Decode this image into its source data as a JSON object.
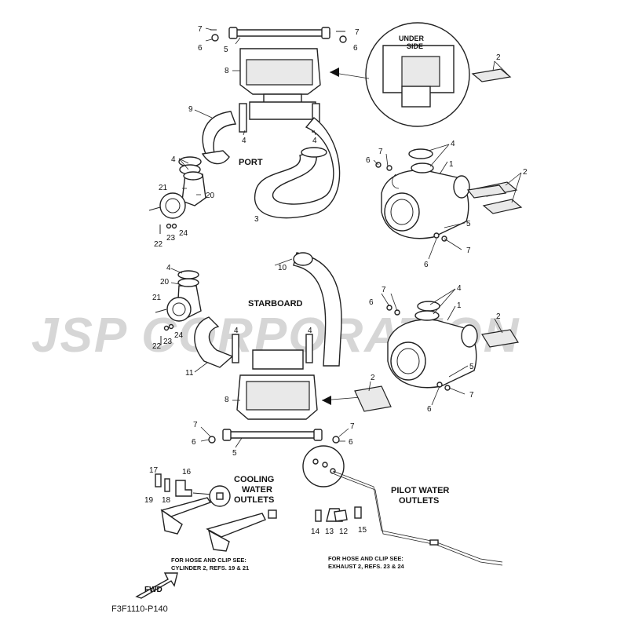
{
  "watermark": "JSP CORPORATION",
  "callouts": {
    "under_side": "UNDER\nSIDE",
    "under_side_line1": "UNDER",
    "under_side_line2": "SIDE",
    "port": "PORT",
    "starboard": "STARBOARD",
    "cooling_line1": "COOLING",
    "cooling_line2": "WATER",
    "cooling_line3": "OUTLETS",
    "pilot_line1": "PILOT WATER",
    "pilot_line2": "OUTLETS",
    "note_left_line1": "FOR HOSE AND CLIP SEE:",
    "note_left_line2": "CYLINDER 2, REFS. 19 & 21",
    "note_right_line1": "FOR HOSE AND CLIP SEE:",
    "note_right_line2": "EXHAUST 2, REFS. 23 & 24",
    "fwd": "FWD",
    "figure_code": "F3F1110-P140"
  },
  "ref_numbers": {
    "r1": "1",
    "r2": "2",
    "r3": "3",
    "r4": "4",
    "r5": "5",
    "r6": "6",
    "r7": "7",
    "r8": "8",
    "r9": "9",
    "r10": "10",
    "r11": "11",
    "r12": "12",
    "r13": "13",
    "r14": "14",
    "r15": "15",
    "r16": "16",
    "r17": "17",
    "r18": "18",
    "r19": "19",
    "r20": "20",
    "r21": "21",
    "r22": "22",
    "r23": "23",
    "r24": "24"
  }
}
